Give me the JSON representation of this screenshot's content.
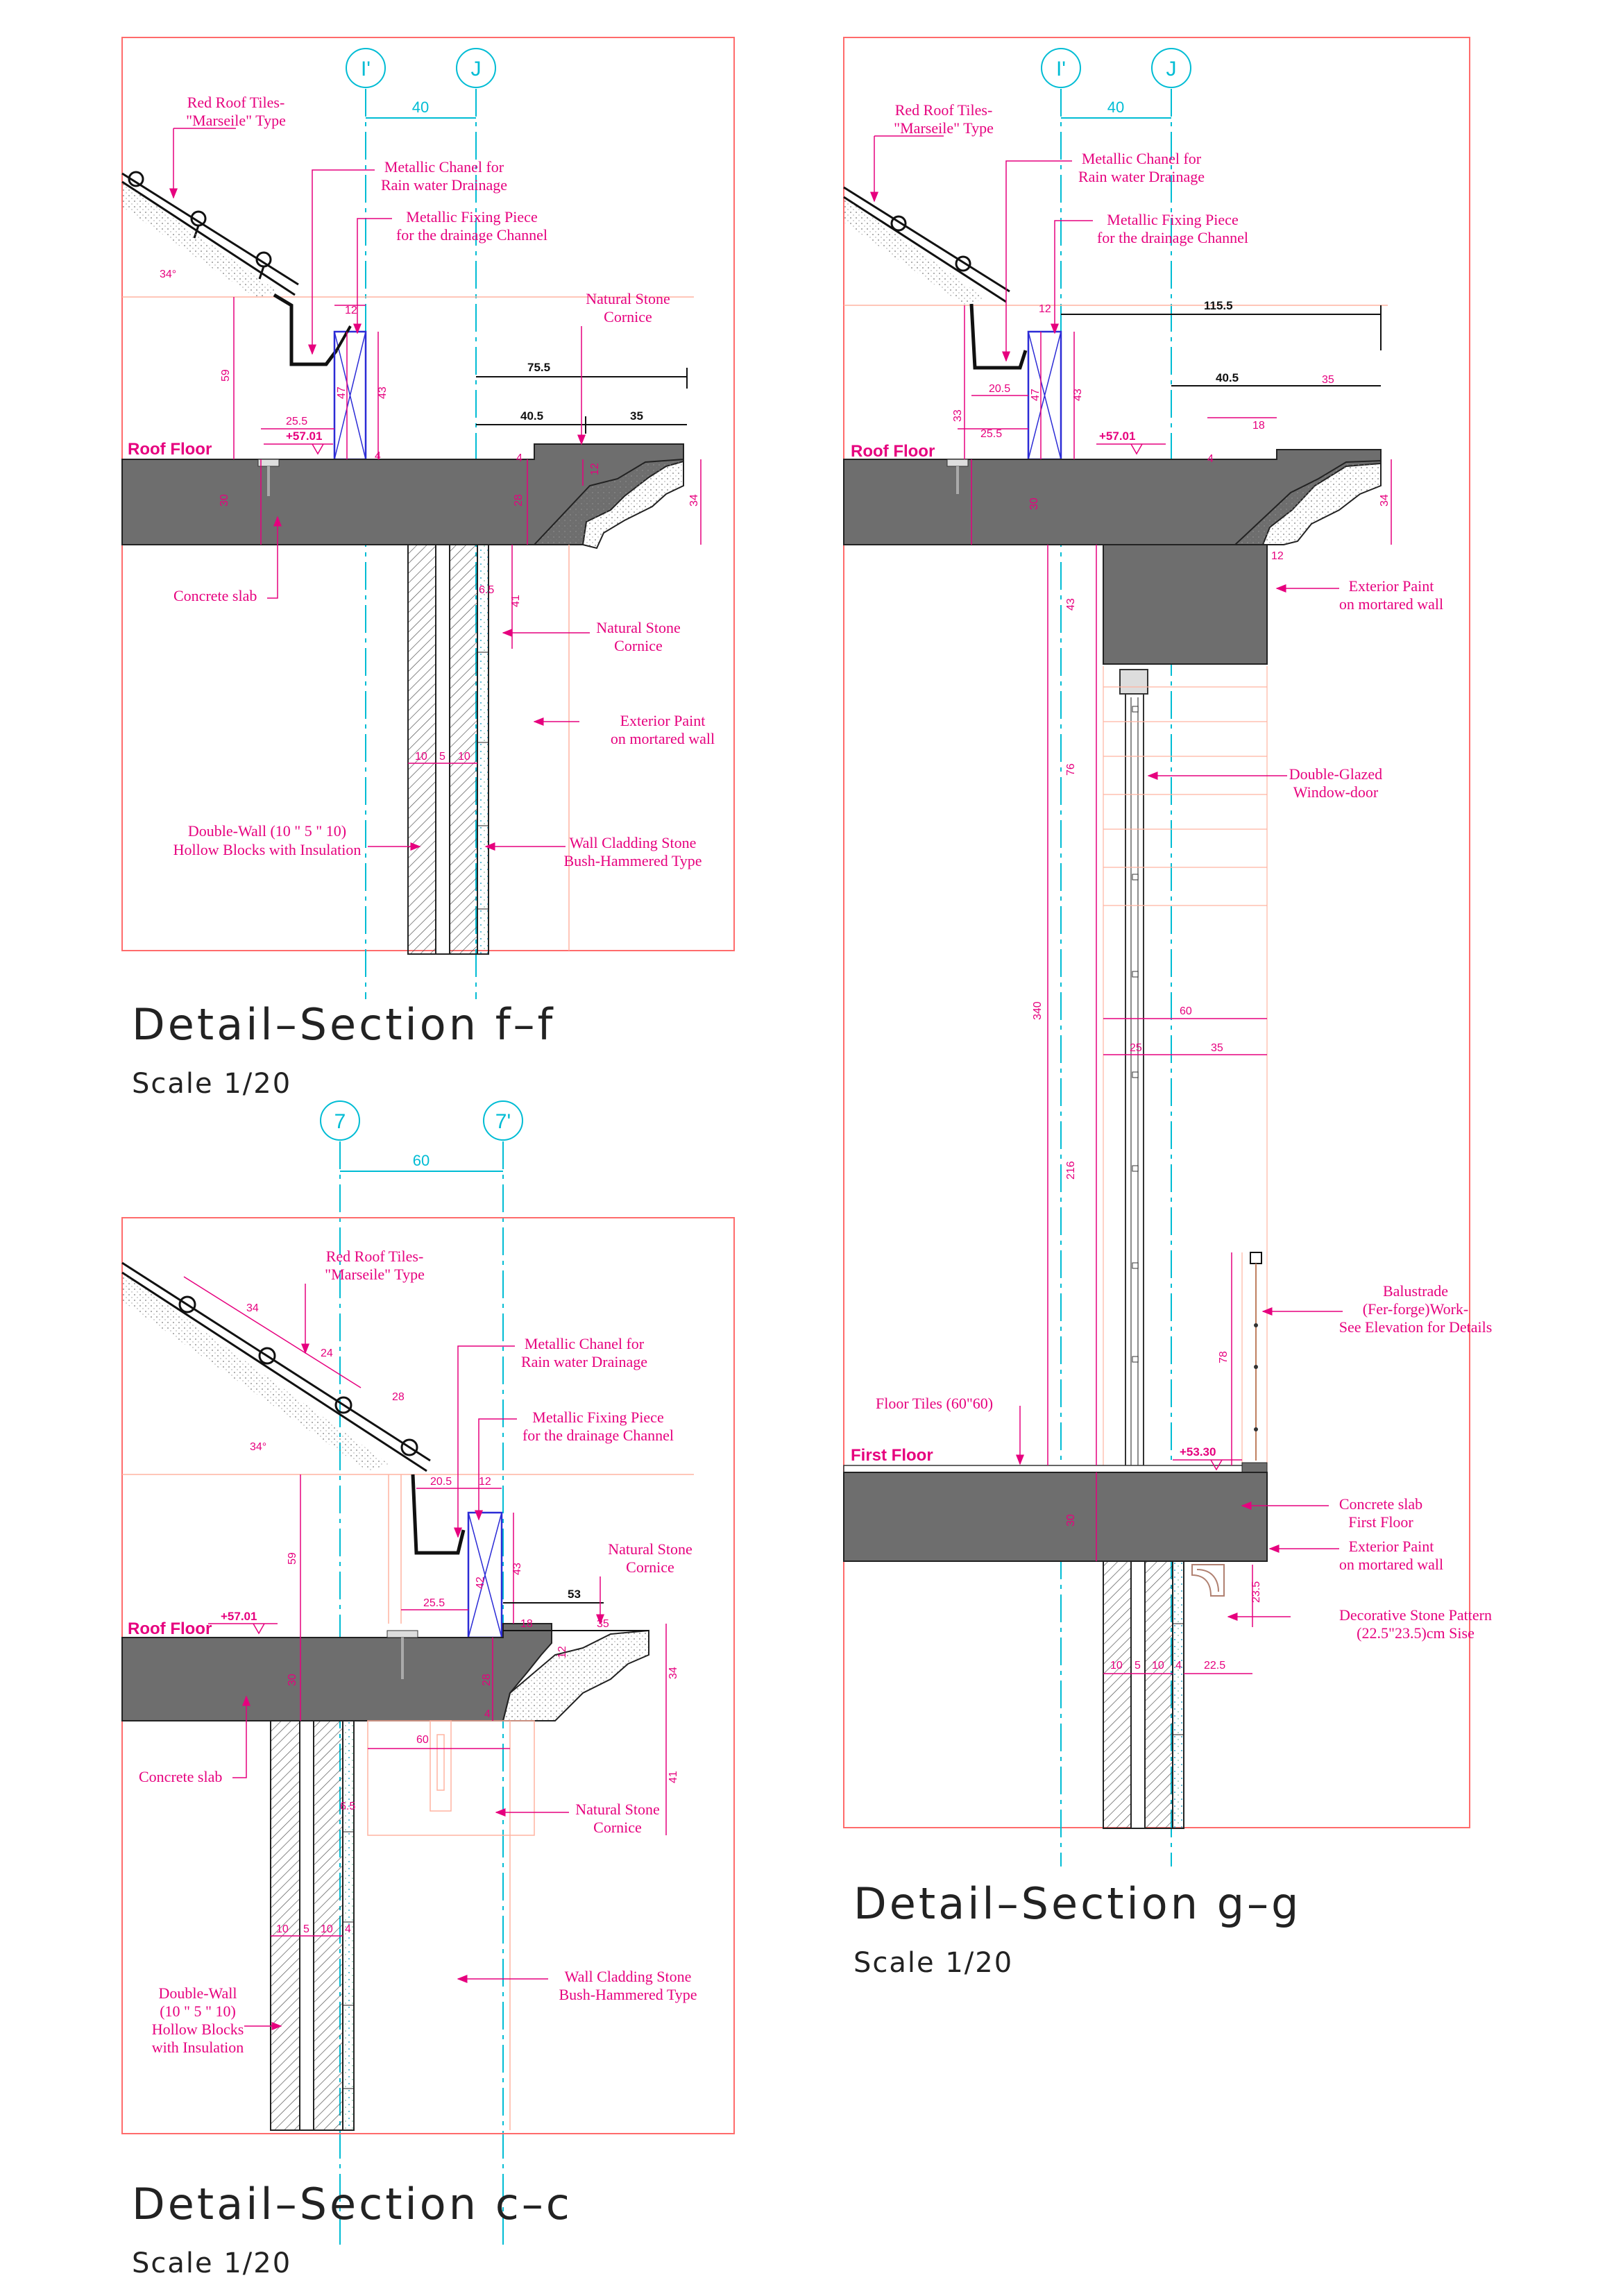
{
  "colors": {
    "annotation": "#e6007e",
    "axis": "#00bcd4",
    "slab": "#6e6e6e",
    "frame": "#ff5a5a",
    "dimension": "#111111"
  },
  "sections": {
    "ff": {
      "title": "Detail–Section f–f",
      "scale": "Scale 1/20",
      "axes": [
        "I'",
        "J"
      ],
      "axis_dim": "40",
      "level_label": "Roof Floor",
      "level_value": "+57.01",
      "notes": {
        "roof_tiles": [
          "Red Roof Tiles-",
          "\"Marseile\" Type"
        ],
        "channel": [
          "Metallic Chanel for",
          "Rain water Drainage"
        ],
        "fixing": [
          "Metallic Fixing Piece",
          "for the drainage Channel"
        ],
        "cornice_top": [
          "Natural Stone",
          "Cornice"
        ],
        "concrete_slab": "Concrete slab",
        "cornice_bottom": [
          "Natural Stone",
          "Cornice"
        ],
        "paint": [
          "Exterior Paint",
          "on mortared wall"
        ],
        "double_wall": [
          "Double-Wall  (10 \" 5 \" 10)",
          "Hollow Blocks with Insulation"
        ],
        "cladding": [
          "Wall Cladding Stone",
          "Bush-Hammered Type"
        ]
      },
      "dims": {
        "angle": "34°",
        "d59": "59",
        "d12": "12",
        "d47": "47",
        "d43": "43",
        "d4a": "4",
        "d25_5": "25.5",
        "d30": "30",
        "d75_5": "75.5",
        "d40_5": "40.5",
        "d35": "35",
        "d4b": "4",
        "d28": "28",
        "d12b": "12",
        "d34": "34",
        "d41": "41",
        "d6_5": "6.5",
        "d10a": "10",
        "d5": "5",
        "d10b": "10"
      }
    },
    "cc": {
      "title": "Detail–Section c–c",
      "scale": "Scale 1/20",
      "axes": [
        "7",
        "7'"
      ],
      "axis_dim": "60",
      "level_label": "Roof Floor",
      "level_value": "+57.01",
      "notes": {
        "roof_tiles": [
          "Red Roof Tiles-",
          "\"Marseile\" Type"
        ],
        "channel": [
          "Metallic Chanel for",
          "Rain water Drainage"
        ],
        "fixing": [
          "Metallic Fixing Piece",
          "for the drainage Channel"
        ],
        "cornice_top": [
          "Natural Stone",
          "Cornice"
        ],
        "concrete_slab": "Concrete slab",
        "cornice_bottom": [
          "Natural Stone",
          "Cornice"
        ],
        "double_wall": [
          "Double-Wall",
          "(10 \" 5 \" 10)",
          "Hollow Blocks",
          "with Insulation"
        ],
        "cladding": [
          "Wall Cladding Stone",
          "Bush-Hammered Type"
        ]
      },
      "dims": {
        "t34": "34",
        "t24": "24",
        "t28": "28",
        "angle": "34°",
        "d59": "59",
        "d20_5": "20.5",
        "d12": "12",
        "d43": "43",
        "d42": "42",
        "d25_5": "25.5",
        "d30": "30",
        "d53": "53",
        "d18": "18",
        "d35": "35",
        "d12b": "12",
        "d28": "28",
        "d4": "4",
        "d34": "34",
        "d41": "41",
        "d60": "60",
        "d6_5": "6.5",
        "d10a": "10",
        "d5": "5",
        "d10b": "10",
        "d4b": "4"
      }
    },
    "gg": {
      "title": "Detail–Section g–g",
      "scale": "Scale 1/20",
      "axes": [
        "I'",
        "J"
      ],
      "axis_dim": "40",
      "level_label": "Roof Floor",
      "level_value": "+57.01",
      "level2_label": "First Floor",
      "level2_value": "+53.30",
      "notes": {
        "roof_tiles": [
          "Red Roof Tiles-",
          "\"Marseile\" Type"
        ],
        "channel": [
          "Metallic Chanel for",
          "Rain water Drainage"
        ],
        "fixing": [
          "Metallic Fixing Piece",
          "for the drainage Channel"
        ],
        "paint_top": [
          "Exterior Paint",
          "on mortared wall"
        ],
        "window": [
          "Double-Glazed",
          "Window-door"
        ],
        "balustrade": [
          "Balustrade",
          "(Fer-forge)Work-",
          "See Elevation for Details"
        ],
        "floor_tiles": "Floor Tiles (60\"60)",
        "slab_first": [
          "Concrete slab",
          "First Floor"
        ],
        "paint_bottom": [
          "Exterior Paint",
          "on mortared wall"
        ],
        "decorative": [
          "Decorative Stone Pattern",
          "(22.5\"23.5)cm Sise"
        ]
      },
      "dims": {
        "d12": "12",
        "d115_5": "115.5",
        "d20_5": "20.5",
        "d33": "33",
        "d47": "47",
        "d43": "43",
        "d40_5": "40.5",
        "d35": "35",
        "d18": "18",
        "d25_5": "25.5",
        "d4": "4",
        "d30": "30",
        "d34": "34",
        "d12b": "12",
        "d43b": "43",
        "d76": "76",
        "d340": "340",
        "d60": "60",
        "d25": "25",
        "d35b": "35",
        "d216": "216",
        "d78": "78",
        "d30b": "30",
        "d23_5": "23.5",
        "d10a": "10",
        "d5": "5",
        "d10b": "10",
        "d4b": "4",
        "d22_5": "22.5"
      }
    }
  }
}
